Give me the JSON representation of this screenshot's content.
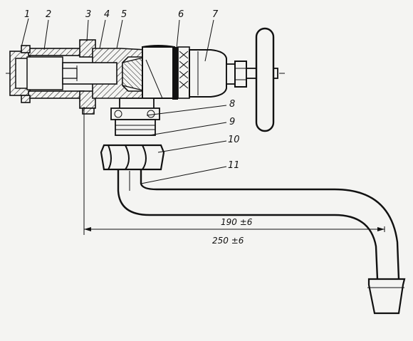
{
  "callouts": [
    "1",
    "2",
    "3",
    "4",
    "5",
    "6",
    "7",
    "8",
    "9",
    "10",
    "11"
  ],
  "dimensions": {
    "inner": "190 ±6",
    "outer": "250 ±6"
  }
}
